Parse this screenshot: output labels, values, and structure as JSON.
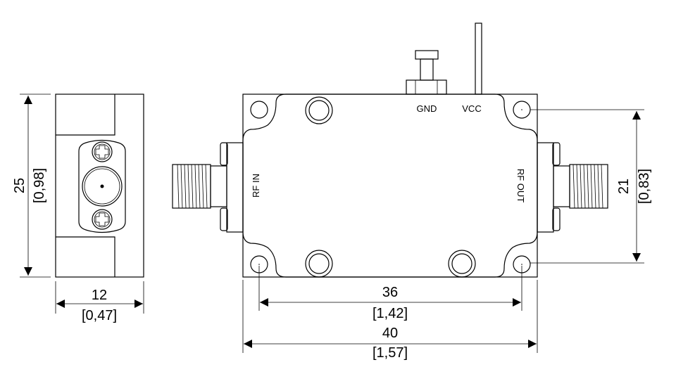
{
  "side_view": {
    "height_mm": "25",
    "height_in": "[0,98]",
    "width_mm": "12",
    "width_in": "[0,47]"
  },
  "top_view": {
    "labels": {
      "gnd": "GND",
      "vcc": "VCC",
      "rf_in": "RF IN",
      "rf_out": "RF OUT"
    },
    "hole_spacing_vertical_mm": "21",
    "hole_spacing_vertical_in": "[0,83]",
    "hole_spacing_horizontal_mm": "36",
    "hole_spacing_horizontal_in": "[1,42]",
    "overall_length_mm": "40",
    "overall_length_in": "[1,57]"
  }
}
